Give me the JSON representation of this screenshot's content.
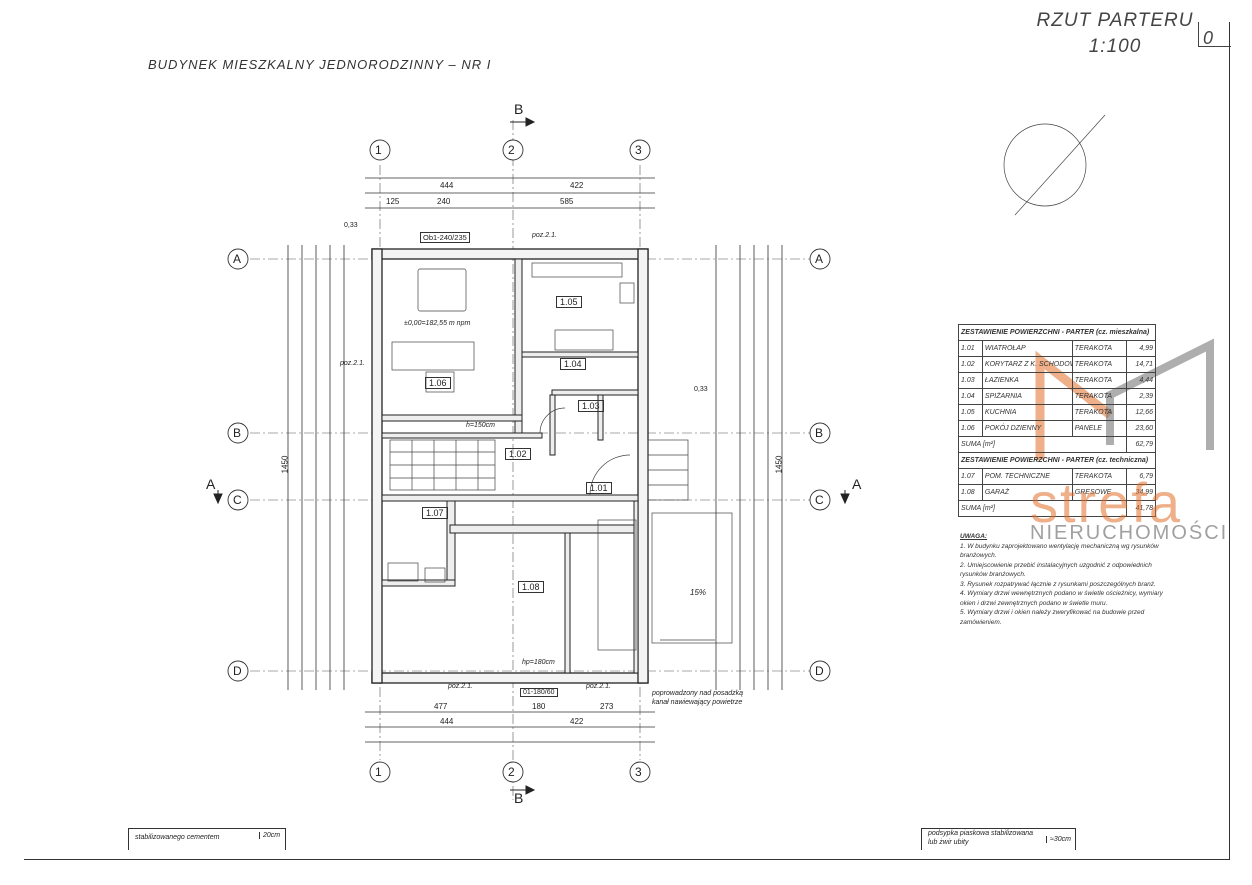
{
  "header": {
    "sheet_title": "BUDYNEK MIESZKALNY JEDNORODZINNY – NR I",
    "plan_title_line1": "RZUT PARTERU",
    "plan_title_line2": "1:100",
    "sheet_number": "0"
  },
  "axes": {
    "col1": "1",
    "col2": "2",
    "col3": "3",
    "rowA": "A",
    "rowB": "B",
    "rowC": "C",
    "rowD": "D",
    "section_b": "B",
    "section_a": "A"
  },
  "dims": {
    "top1": "444",
    "top2": "422",
    "top3": "125",
    "top4": "240",
    "top5": "585",
    "bot1": "477",
    "bot2": "180",
    "bot3": "273",
    "bot4": "444",
    "bot5": "422",
    "left_total": "1450",
    "right_total": "1450"
  },
  "rooms": {
    "r105": "1.05",
    "r104": "1.04",
    "r106": "1.06",
    "r103": "1.03",
    "r102": "1.02",
    "r101": "1.01",
    "r107": "1.07",
    "r108": "1.08"
  },
  "labels": {
    "window_top": "Ob1-240/235",
    "level": "±0,00=182,55 m npm",
    "h_stair": "h=150cm",
    "hp": "hp=180cm",
    "gate": "01-180/60",
    "note_channel_1": "poprowadzony nad posadzką",
    "note_channel_2": "kanał nawiewający powietrze",
    "poz": "poz.2.1.",
    "slope": "15%",
    "d033": "0,33"
  },
  "table": {
    "title_living": "ZESTAWIENIE POWIERZCHNI - PARTER (cz. mieszkalna)",
    "rows_living": [
      {
        "no": "1.01",
        "name": "WIATROŁAP",
        "floor": "TERAKOTA",
        "area": "4,99"
      },
      {
        "no": "1.02",
        "name": "KORYTARZ Z K. SCHODOWĄ",
        "floor": "TERAKOTA",
        "area": "14,71"
      },
      {
        "no": "1.03",
        "name": "ŁAZIENKA",
        "floor": "TERAKOTA",
        "area": "4,44"
      },
      {
        "no": "1.04",
        "name": "SPIŻARNIA",
        "floor": "TERAKOTA",
        "area": "2,39"
      },
      {
        "no": "1.05",
        "name": "KUCHNIA",
        "floor": "TERAKOTA",
        "area": "12,66"
      },
      {
        "no": "1.06",
        "name": "POKÓJ DZIENNY",
        "floor": "PANELE",
        "area": "23,60"
      }
    ],
    "sum_living_label": "SUMA [m²]",
    "sum_living": "62,79",
    "title_tech": "ZESTAWIENIE POWIERZCHNI - PARTER (cz. techniczna)",
    "rows_tech": [
      {
        "no": "1.07",
        "name": "POM. TECHNICZNE",
        "floor": "TERAKOTA",
        "area": "6,79"
      },
      {
        "no": "1.08",
        "name": "GARAŻ",
        "floor": "GRESOWE",
        "area": "34,99"
      }
    ],
    "sum_tech_label": "SUMA [m²]",
    "sum_tech": "41,78"
  },
  "notes": {
    "title": "UWAGA:",
    "lines": [
      "1. W budynku zaprojektowano wentylację mechaniczną wg rysunków branżowych.",
      "2. Umiejscowienie przebić instalacyjnych uzgodnić z odpowiednich rysunków branżowych.",
      "3. Rysunek rozpatrywać łącznie z rysunkami poszczególnych branż.",
      "4. Wymiary drzwi wewnętrznych podano w świetle ościeżnicy, wymiary okien i drzwi zewnętrznych podano w świetle muru.",
      "5. Wymiary drzwi i okien należy zweryfikować na budowie przed zamówieniem."
    ]
  },
  "watermark": {
    "brand": "strefa",
    "sub": "NIERUCHOMOŚCI"
  },
  "legend": {
    "left_text": "stabilizowanego cementem",
    "left_value": "20cm",
    "right_text1": "podsypka piaskowa stabilizowana",
    "right_text2": "lub żwir ubity",
    "right_value": "≈30cm"
  }
}
